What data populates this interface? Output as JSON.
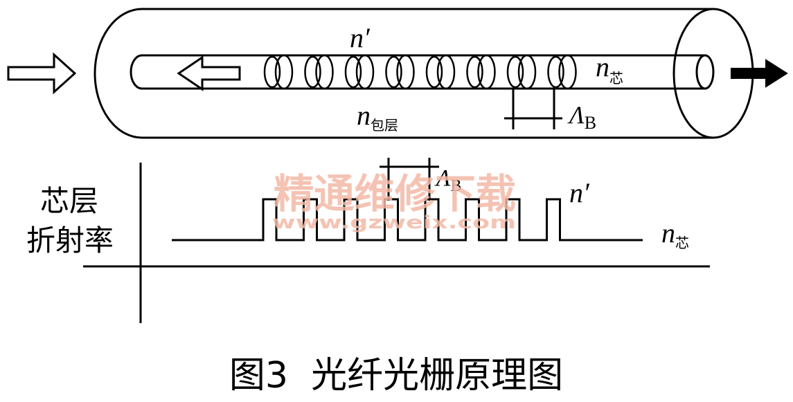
{
  "fiber": {
    "core_index_label": "n",
    "core_index_subscript": "芯",
    "cladding_index_label": "n",
    "cladding_index_subscript": "包层",
    "modulated_index_label": "n′",
    "period_label": "Λ",
    "period_subscript": "B",
    "grating_ring_count": 8
  },
  "profile": {
    "axis_label_line1": "芯层",
    "axis_label_line2": "折射率",
    "high_level_label": "n′",
    "base_level_label": "n",
    "base_level_subscript": "芯",
    "period_label": "Λ",
    "period_subscript": "B",
    "pulse_count": 8
  },
  "watermark": {
    "text": "精通维修下载",
    "url": "www.gzweix.com"
  },
  "caption": "图3  光纤光栅原理图"
}
